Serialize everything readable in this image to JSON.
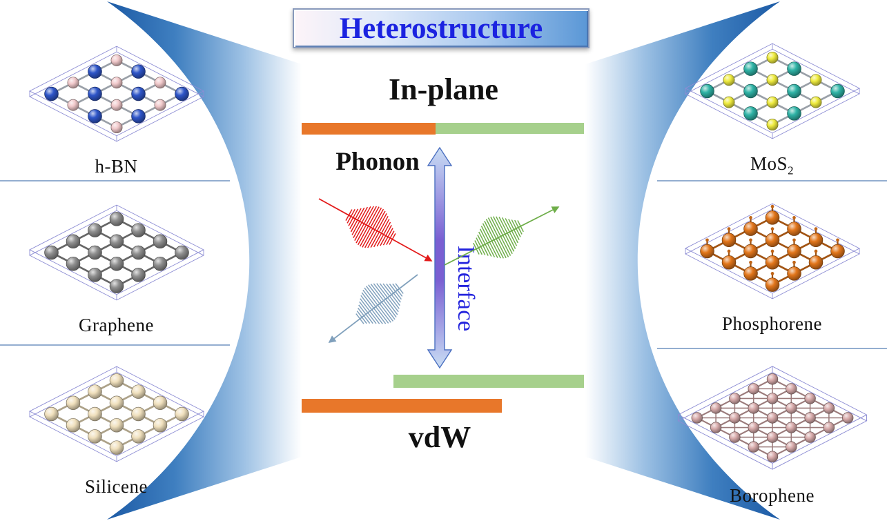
{
  "title_box": {
    "label": "Heterostructure"
  },
  "center": {
    "in_plane_label": "In-plane",
    "phonon_label": "Phonon",
    "interface_label": "Interface",
    "vdw_label": "vdW"
  },
  "phonon": {
    "packets": [
      {
        "role": "incident-wave-packet",
        "color": "#e31a1a"
      },
      {
        "role": "transmitted-wave-packet",
        "color": "#6fae4a"
      },
      {
        "role": "reflected-wave-packet",
        "color": "#80a0bc"
      }
    ]
  },
  "left_materials": [
    {
      "name": "h-BN",
      "sub": "",
      "atom_colors": [
        "#2e55c8",
        "#f1c9cb"
      ],
      "style": "two-tone"
    },
    {
      "name": "Graphene",
      "sub": "",
      "atom_colors": [
        "#8f8f8f"
      ],
      "style": "single"
    },
    {
      "name": "Silicene",
      "sub": "",
      "atom_colors": [
        "#f0e0bd"
      ],
      "style": "single"
    }
  ],
  "right_materials": [
    {
      "name": "MoS",
      "sub": "2",
      "atom_colors": [
        "#2fb3a6",
        "#efec3f"
      ],
      "style": "two-tone"
    },
    {
      "name": "Phosphorene",
      "sub": "",
      "atom_colors": [
        "#e2761b"
      ],
      "style": "puckered"
    },
    {
      "name": "Borophene",
      "sub": "",
      "atom_colors": [
        "#d8abab"
      ],
      "style": "dense"
    }
  ],
  "colors": {
    "panel_dark": "#1c5aa5",
    "panel_mid": "#3f7fc0",
    "panel_light": "#9dc1e4",
    "bar_orange": "#e8772a",
    "bar_green": "#a6d08c",
    "title_text": "#1b23e0",
    "interface_text": "#2424dd",
    "iface_mid": "#7a5fd2",
    "iface_end": "#c9ddf4",
    "iface_stroke": "#4a6fc0",
    "separator": "#93aed0",
    "cell_box": "#8d8dd4"
  }
}
